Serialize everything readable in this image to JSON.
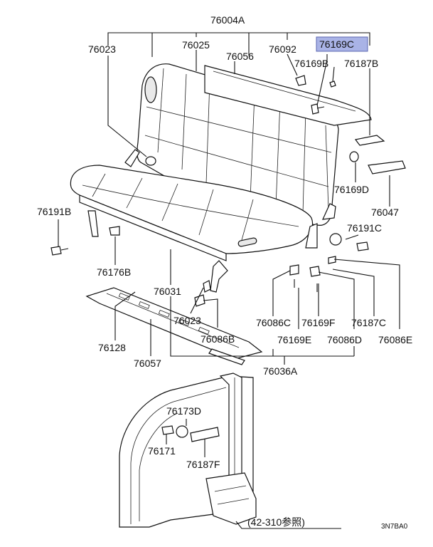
{
  "diagram": {
    "labels": {
      "assy": "76004A",
      "p76023_top": "76023",
      "p76025": "76025",
      "p76056": "76056",
      "p76092": "76092",
      "p76169C": "76169C",
      "p76169B": "76169B",
      "p76187B": "76187B",
      "p76169D": "76169D",
      "p76047": "76047",
      "p76191C": "76191C",
      "p76191B": "76191B",
      "p76176B": "76176B",
      "p76031": "76031",
      "p76023_mid": "76023",
      "p76086B": "76086B",
      "p76128": "76128",
      "p76057": "76057",
      "p76036A": "76036A",
      "p76086C": "76086C",
      "p76169F": "76169F",
      "p76187C": "76187C",
      "p76169E": "76169E",
      "p76086D": "76086D",
      "p76086E": "76086E",
      "p76173D": "76173D",
      "p76171": "76171",
      "p76187F": "76187F",
      "ref_note": "(42-310参照)",
      "figure_code": "3N7BA0"
    },
    "highlight_color": "#a9b3e6"
  }
}
